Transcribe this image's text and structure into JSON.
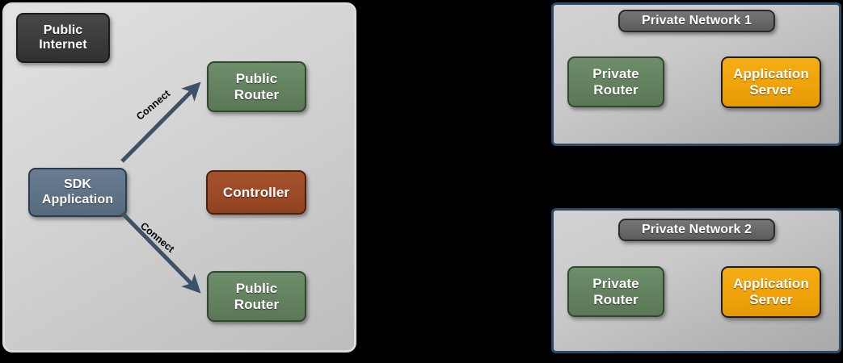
{
  "diagram": {
    "type": "network-architecture",
    "background_color": "#000000",
    "palette": {
      "public_panel_bg": "#d6d6d6",
      "public_panel_border": "#dcdcdc",
      "private_panel_bg": "#c9c9c9",
      "private_panel_border": "#2b4a68",
      "dark_badge": "#3b3b3b",
      "grey_badge": "#686868",
      "router_green": "#63815f",
      "sdk_blue": "#5f7286",
      "controller_brown": "#9b4a26",
      "app_server_orange": "#f0a30a",
      "arrow": "#3d5266",
      "node_text": "#ffffff",
      "edge_label_text": "#000000"
    }
  },
  "public_zone": {
    "title_badge": "Public Internet",
    "nodes": [
      {
        "id": "sdk-application",
        "label_lines": [
          "SDK",
          "Application"
        ],
        "color": "#5f7286"
      },
      {
        "id": "public-router-top",
        "label_lines": [
          "Public",
          "Router"
        ],
        "color": "#63815f"
      },
      {
        "id": "controller",
        "label_lines": [
          "Controller"
        ],
        "color": "#9b4a26"
      },
      {
        "id": "public-router-bottom",
        "label_lines": [
          "Public",
          "Router"
        ],
        "color": "#63815f"
      }
    ],
    "edges": [
      {
        "from": "sdk-application",
        "to": "public-router-top",
        "label": "Connect",
        "style": "solid-arrow"
      },
      {
        "from": "sdk-application",
        "to": "public-router-bottom",
        "label": "Connect",
        "style": "solid-arrow"
      }
    ]
  },
  "private_zones": [
    {
      "id": "private-network-1",
      "title_badge": "Private Network 1",
      "nodes": [
        {
          "id": "private-router-1",
          "label_lines": [
            "Private",
            "Router"
          ],
          "color": "#63815f"
        },
        {
          "id": "app-server-1",
          "label_lines": [
            "Application",
            "Server"
          ],
          "color": "#f0a30a"
        }
      ]
    },
    {
      "id": "private-network-2",
      "title_badge": "Private Network 2",
      "nodes": [
        {
          "id": "private-router-2",
          "label_lines": [
            "Private",
            "Router"
          ],
          "color": "#63815f"
        },
        {
          "id": "app-server-2",
          "label_lines": [
            "Application",
            "Server"
          ],
          "color": "#f0a30a"
        }
      ]
    }
  ]
}
